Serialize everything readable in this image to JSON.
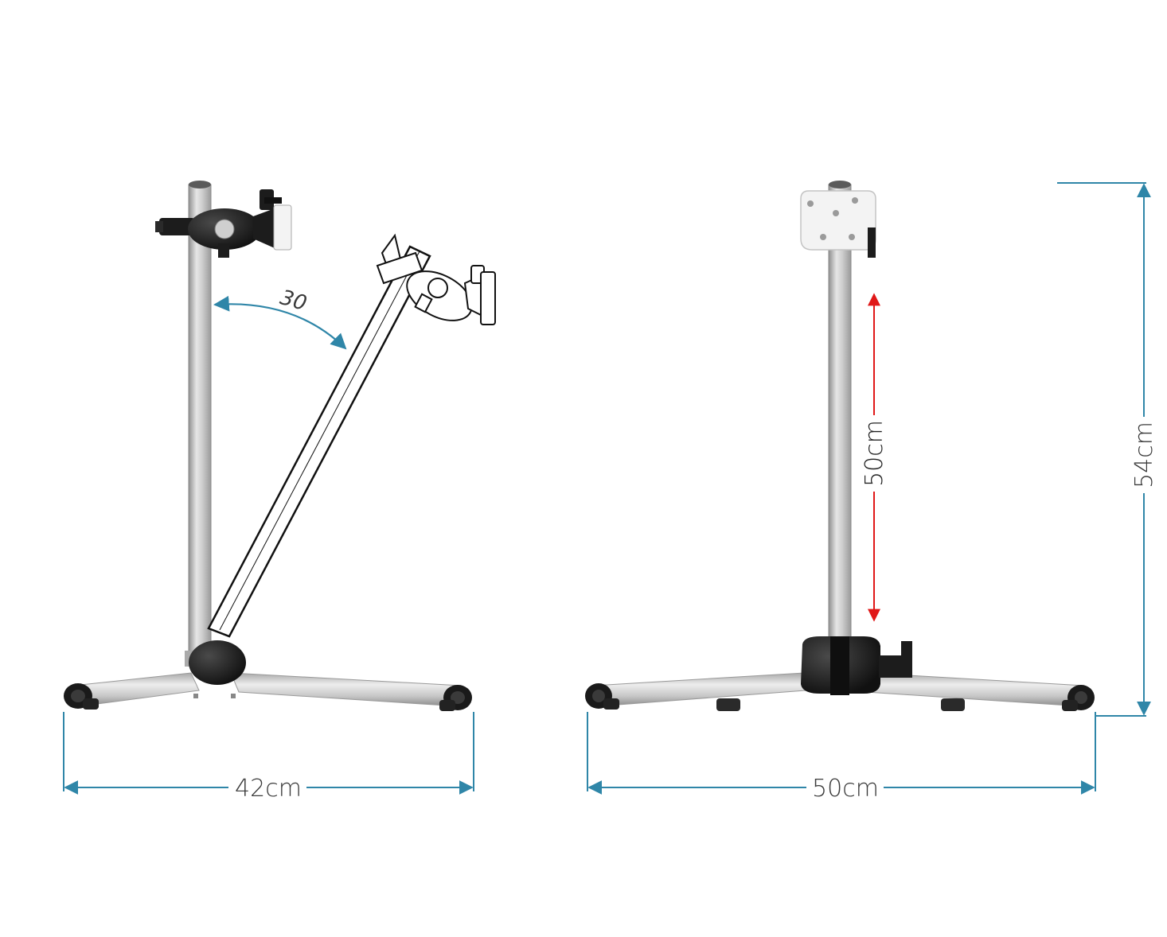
{
  "colors": {
    "dimension_line": "#2f86a8",
    "height_arrow": "#e01818",
    "label_text": "#3a3a3a",
    "pole_light": "#e4e4e4",
    "pole_mid": "#b9b9b9",
    "pole_dark": "#8d8d8d",
    "hardware_black": "#1c1c1c",
    "bracket_white": "#f2f2f2"
  },
  "side_view": {
    "tilt_angle_label": "30",
    "base_width_label": "42cm"
  },
  "front_view": {
    "adjustable_height_label": "50cm",
    "base_width_label": "50cm",
    "total_height_label": "54cm"
  }
}
